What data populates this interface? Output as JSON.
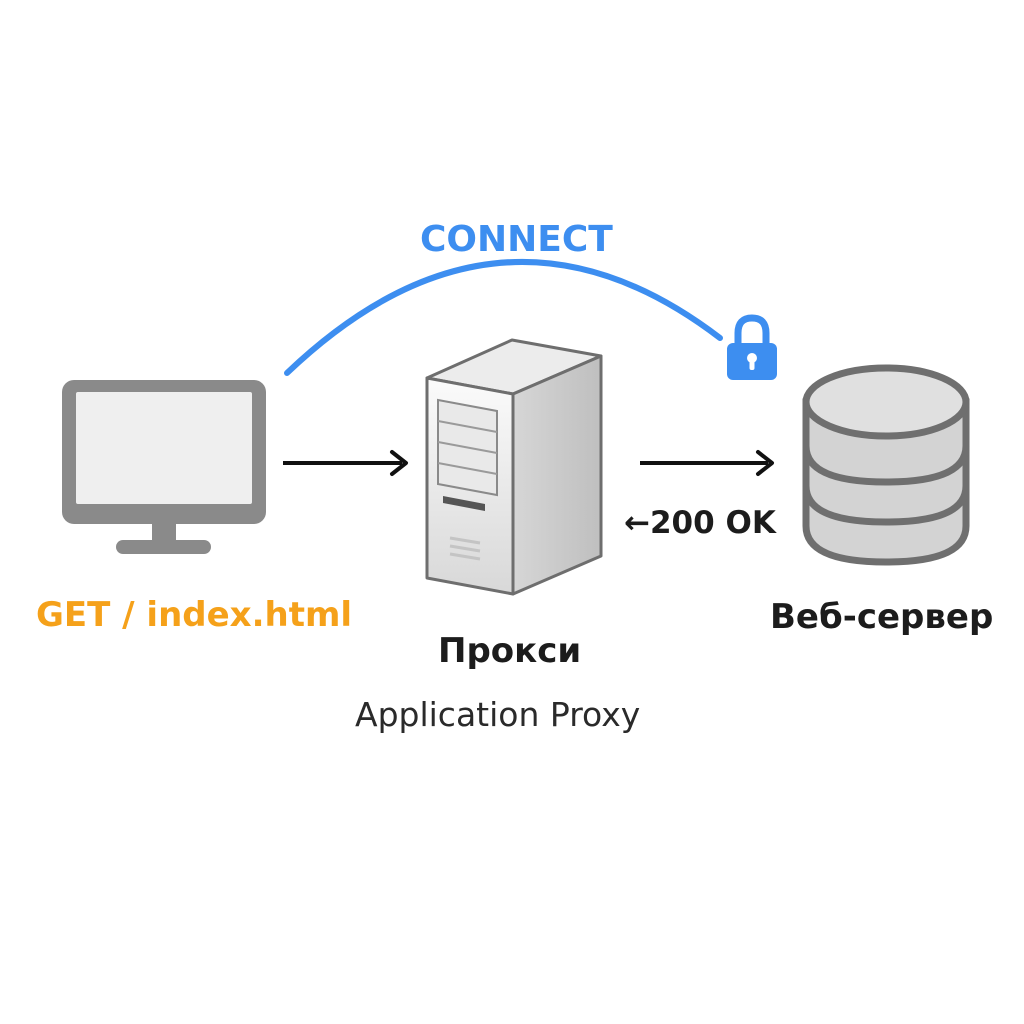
{
  "diagram": {
    "client": {
      "icon": "monitor-icon",
      "request_label": "GET / index.html"
    },
    "proxy": {
      "icon": "server-tower-icon",
      "title": "Прокси",
      "subtitle": "Application Proxy"
    },
    "web_server": {
      "icon": "database-icon",
      "title": "Веб-сервер"
    },
    "tunnel": {
      "label": "CONNECT",
      "icon": "lock-icon"
    },
    "response": {
      "label": "←200 OK"
    }
  },
  "colors": {
    "connect_blue": "#3d8ef0",
    "request_orange": "#f5a11a",
    "text_dark": "#1c1c1c",
    "text_subtitle": "#2a2a2a",
    "device_gray": "#8a8a8a",
    "screen_light": "#efefef",
    "arrow_black": "#111111"
  }
}
